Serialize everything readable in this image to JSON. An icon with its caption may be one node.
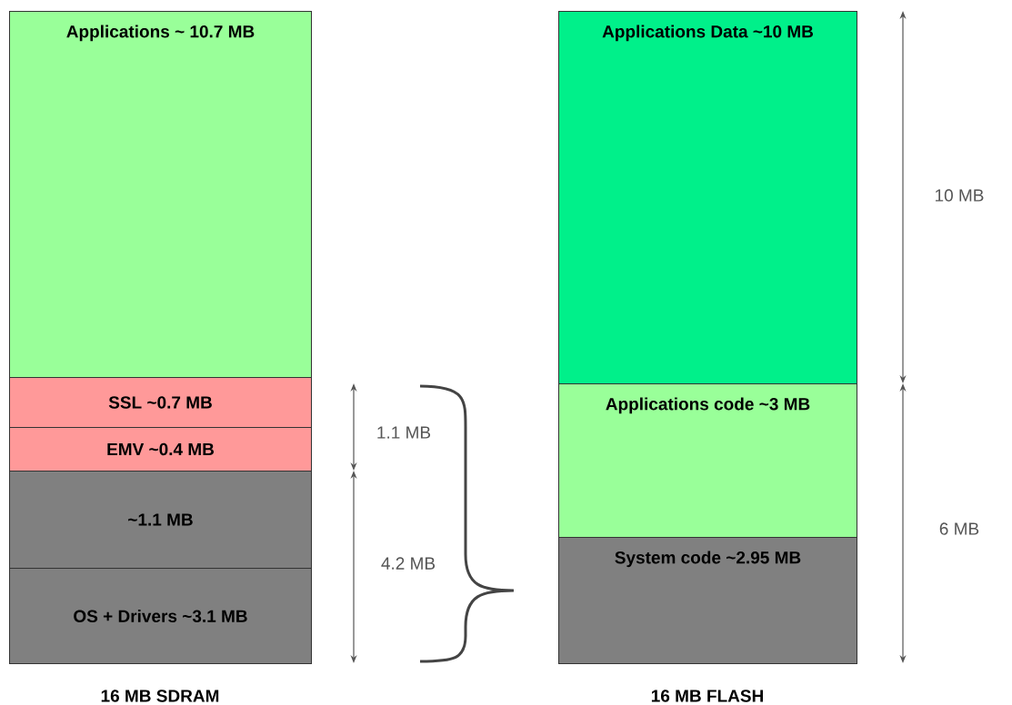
{
  "diagram": {
    "nodes": [
      {
        "text": [
          "Applications ~ 10.7 MB"
        ]
      },
      {
        "text": [
          "SSL ~0.7 MB"
        ]
      },
      {
        "text": [
          "EMV  ~0.4 MB"
        ]
      },
      {
        "text": [
          "~1.1 MB"
        ]
      },
      {
        "text": [
          "OS + Drivers ~3.1 MB"
        ]
      },
      {
        "text": [
          "Applications Data ~10 MB"
        ]
      },
      {
        "text": [
          "Applications code ~3 MB"
        ]
      },
      {
        "text": [
          "System code ~2.95 MB"
        ]
      }
    ],
    "edges": [],
    "labels": [
      "10  MB",
      "1.1 MB",
      "6 MB",
      "4.2 MB",
      "16 MB SDRAM",
      "16 MB FLASH"
    ]
  }
}
